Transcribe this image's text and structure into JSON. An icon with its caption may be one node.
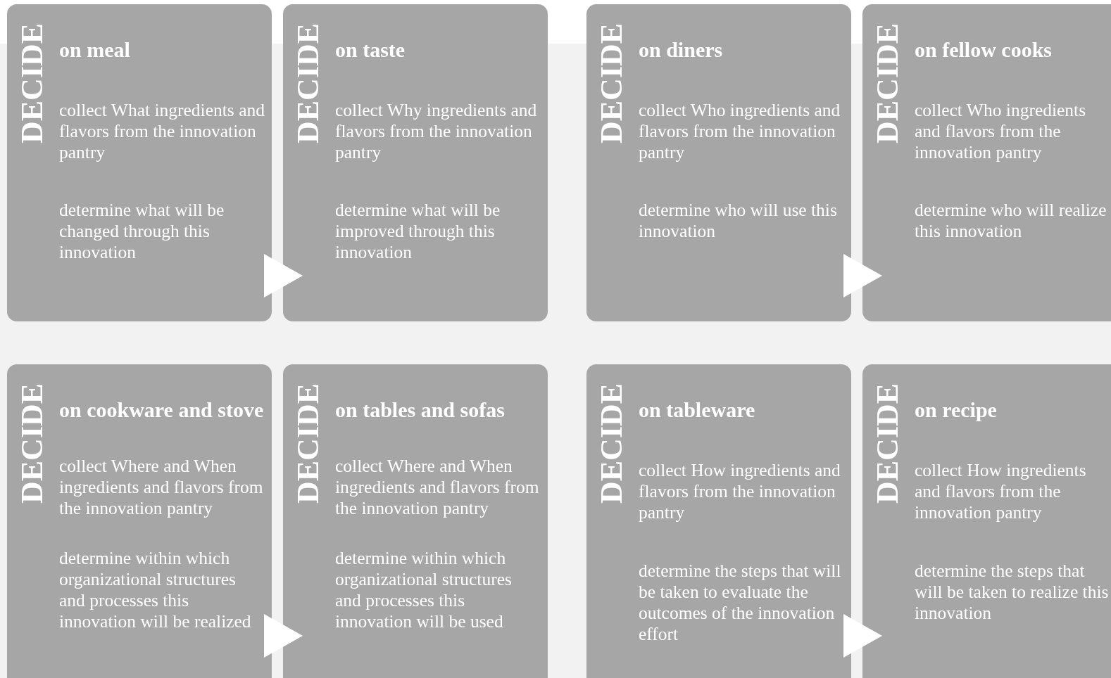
{
  "diagram": {
    "nodes": [
      {
        "text": [
          "DECIDE",
          "on meal",
          "collect What ingredients and flavors from the innovation pantry",
          "determine what will be changed through this innovation"
        ]
      },
      {
        "text": [
          "DECIDE",
          "on taste",
          "collect Why ingredients and flavors from the innovation pantry",
          "determine what will be improved through this innovation"
        ]
      },
      {
        "text": [
          "DECIDE",
          "on diners",
          "collect Who ingredients and flavors from the innovation pantry",
          "determine who will use this innovation"
        ]
      },
      {
        "text": [
          "DECIDE",
          "on fellow cooks",
          "collect Who ingredients and flavors from the innovation pantry",
          "determine who will realize this innovation"
        ]
      },
      {
        "text": [
          "DECIDE",
          "on cookware and stove",
          "collect Where and When ingredients and flavors from the innovation pantry",
          "determine within which organizational structures and processes this innovation will be realized"
        ]
      },
      {
        "text": [
          "DECIDE",
          "on tables and sofas",
          "collect Where and When ingredients and flavors from the innovation pantry",
          "determine within which organizational structures and processes this innovation will be used"
        ]
      },
      {
        "text": [
          "DECIDE",
          "on tableware",
          "collect How ingredients and flavors from the innovation pantry",
          "determine the steps that will be taken to evaluate the outcomes of the innovation effort"
        ]
      },
      {
        "text": [
          "DECIDE",
          "on recipe",
          "collect How ingredients and flavors from the innovation pantry",
          "determine the steps that will be taken to realize this innovation"
        ]
      }
    ],
    "edges": [
      {
        "from": 0,
        "to": 1,
        "arrow": "to"
      },
      {
        "from": 2,
        "to": 3,
        "arrow": "to"
      },
      {
        "from": 4,
        "to": 5,
        "arrow": "to"
      },
      {
        "from": 6,
        "to": 7,
        "arrow": "to"
      }
    ]
  }
}
